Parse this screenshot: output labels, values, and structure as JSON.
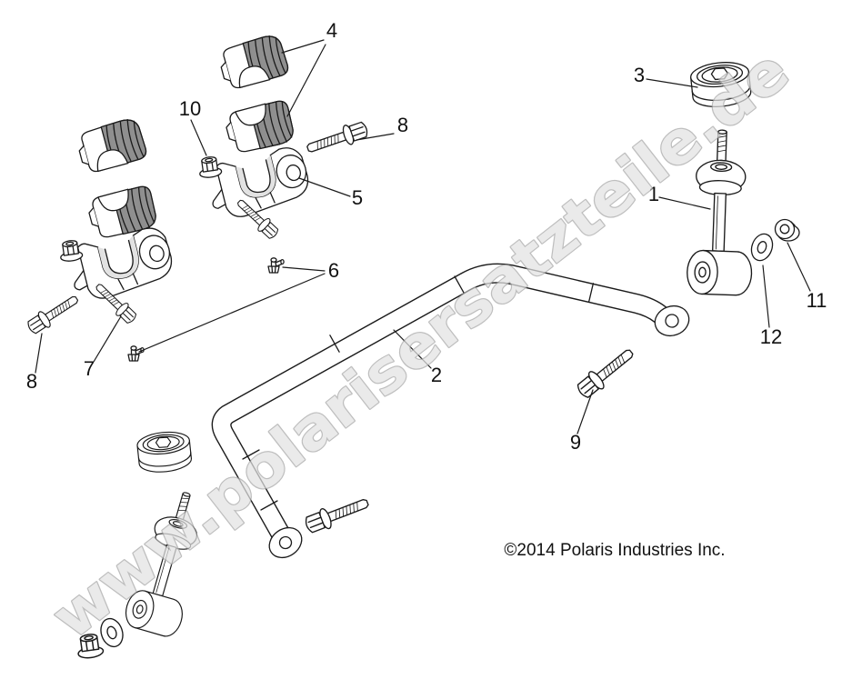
{
  "watermark": {
    "text": "www.polarisersatzteile.de",
    "fill": "#e3e3e3",
    "outline": "#a6a6a6"
  },
  "copyright": {
    "text": "©2014 Polaris Industries Inc."
  },
  "callouts": {
    "n1": "1",
    "n2": "2",
    "n3": "3",
    "n4": "4",
    "n5": "5",
    "n6": "6",
    "n7": "7",
    "n8a": "8",
    "n8b": "8",
    "n9": "9",
    "n10": "10",
    "n11": "11",
    "n12": "12"
  },
  "colors": {
    "line": "#1a1a1a",
    "background": "#ffffff",
    "rubber": "#8f8f8f"
  }
}
